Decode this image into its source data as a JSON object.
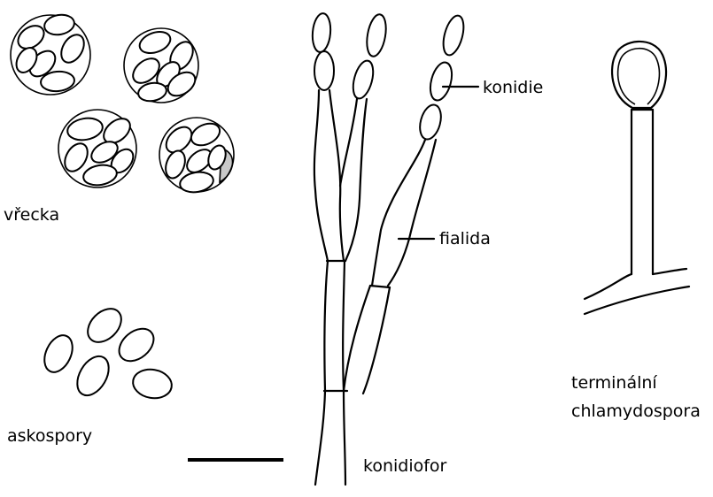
{
  "labels": {
    "asci": "vřecka",
    "ascospores": "askospory",
    "conidia": "konidie",
    "phialide": "fialida",
    "conidiophore": "konidiofor",
    "chlamydospore_line1": "terminální",
    "chlamydospore_line2": "chlamydospora"
  },
  "colors": {
    "ink": "#000000",
    "background": "#ffffff",
    "shade": "#c8c8c8"
  }
}
